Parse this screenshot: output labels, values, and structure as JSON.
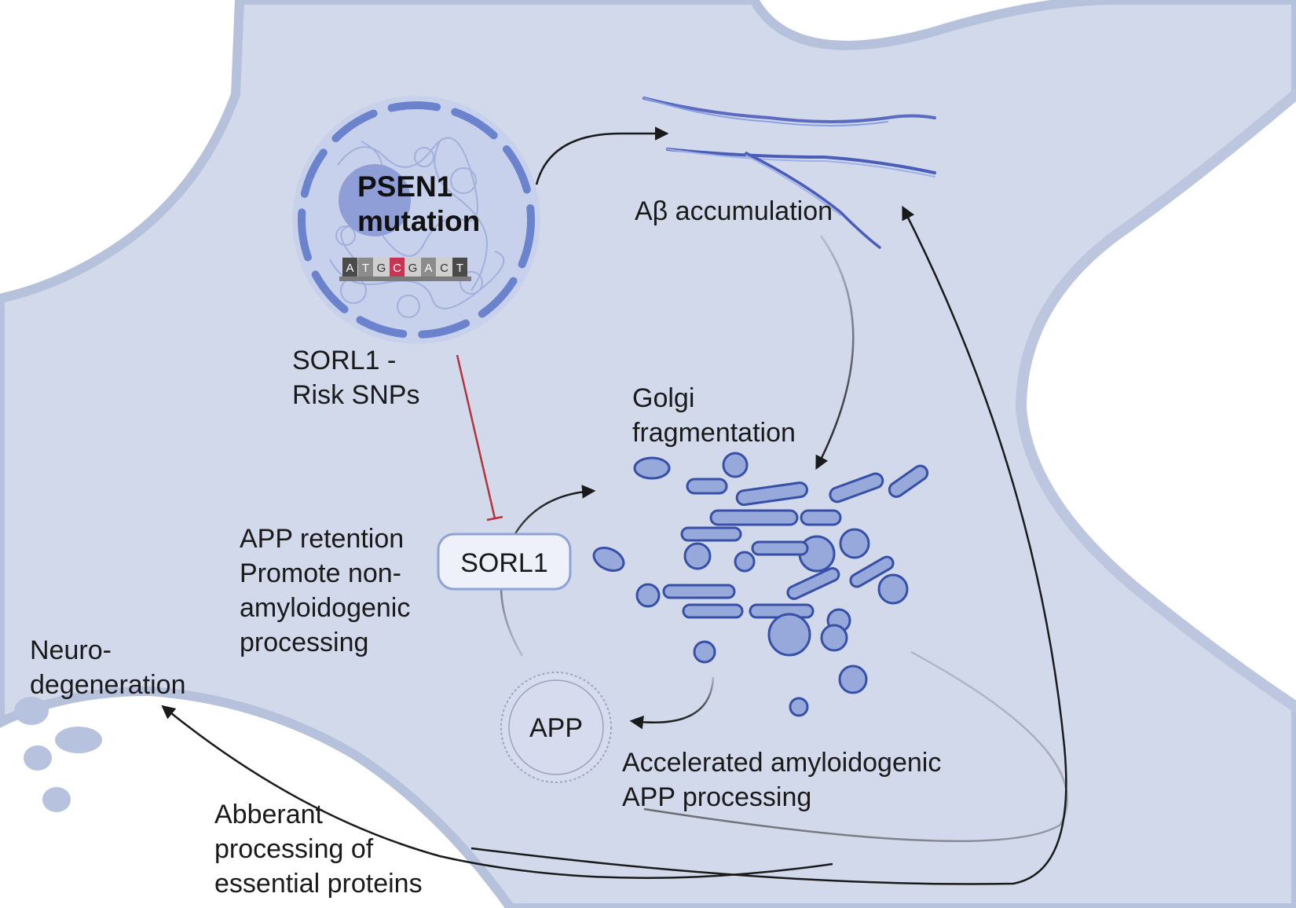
{
  "nucleus": {
    "title_line1": "PSEN1",
    "title_line2": "mutation",
    "dna_bases": [
      "A",
      "T",
      "G",
      "C",
      "G",
      "A",
      "C",
      "T"
    ],
    "dna_colors": [
      "#4a4a4a",
      "#8c8c8c",
      "#cfcfcf",
      "#c63554",
      "#cfcfcf",
      "#8c8c8c",
      "#cfcfcf",
      "#4a4a4a"
    ]
  },
  "labels": {
    "sorl1_snps_line1": "SORL1 -",
    "sorl1_snps_line2": "Risk SNPs",
    "abeta": "Aβ accumulation",
    "golgi_line1": "Golgi",
    "golgi_line2": "fragmentation",
    "app_retention_line1": "APP retention",
    "app_retention_line2": "Promote non-",
    "app_retention_line3": "amyloidogenic",
    "app_retention_line4": "processing",
    "sorl1_box": "SORL1",
    "neuro_line1": "Neuro-",
    "neuro_line2": "degeneration",
    "app": "APP",
    "accelerated_line1": "Accelerated amyloidogenic",
    "accelerated_line2": "APP processing",
    "abberant_line1": "Abberant",
    "abberant_line2": "processing of",
    "abberant_line3": "essential proteins"
  },
  "colors": {
    "cell_fill": "#d1d9eb",
    "cell_edge": "#b8c3dd",
    "golgi_fill": "#97a8da",
    "golgi_stroke": "#3650a8",
    "inhibit_line": "#b5323a",
    "arrow": "#1a1a1a"
  }
}
